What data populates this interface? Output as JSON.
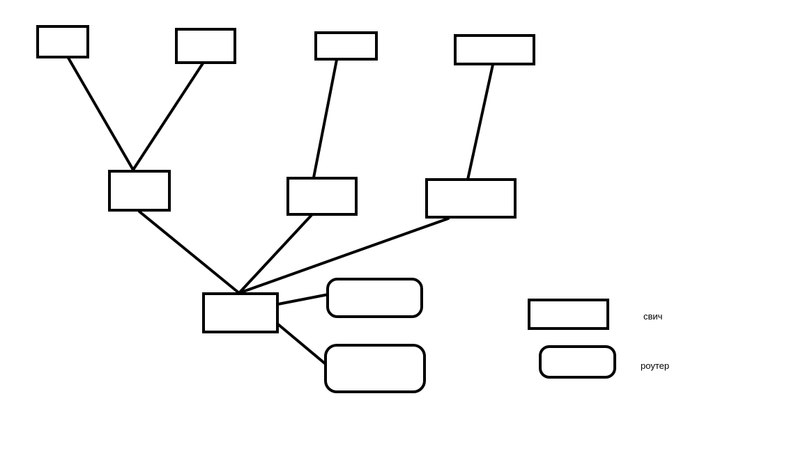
{
  "colors": {
    "background": "#ffffff",
    "stroke": "#000000"
  },
  "diagram": {
    "nodes": [
      {
        "id": "switch-top-1",
        "kind": "switch"
      },
      {
        "id": "switch-top-2",
        "kind": "switch"
      },
      {
        "id": "switch-top-3",
        "kind": "switch"
      },
      {
        "id": "switch-top-4",
        "kind": "switch"
      },
      {
        "id": "switch-mid-1",
        "kind": "switch"
      },
      {
        "id": "switch-mid-2",
        "kind": "switch"
      },
      {
        "id": "switch-mid-3",
        "kind": "switch"
      },
      {
        "id": "switch-core",
        "kind": "switch"
      },
      {
        "id": "router-1",
        "kind": "router"
      },
      {
        "id": "router-2",
        "kind": "router"
      }
    ],
    "links": [
      {
        "from": "switch-top-1",
        "to": "switch-mid-1"
      },
      {
        "from": "switch-top-2",
        "to": "switch-mid-1"
      },
      {
        "from": "switch-top-3",
        "to": "switch-mid-2"
      },
      {
        "from": "switch-top-4",
        "to": "switch-mid-3"
      },
      {
        "from": "switch-mid-1",
        "to": "switch-core"
      },
      {
        "from": "switch-mid-2",
        "to": "switch-core"
      },
      {
        "from": "switch-mid-3",
        "to": "switch-core"
      },
      {
        "from": "switch-core",
        "to": "router-1"
      },
      {
        "from": "switch-core",
        "to": "router-2"
      }
    ]
  },
  "legend": {
    "switch_label": "свич",
    "router_label": "роутер"
  }
}
